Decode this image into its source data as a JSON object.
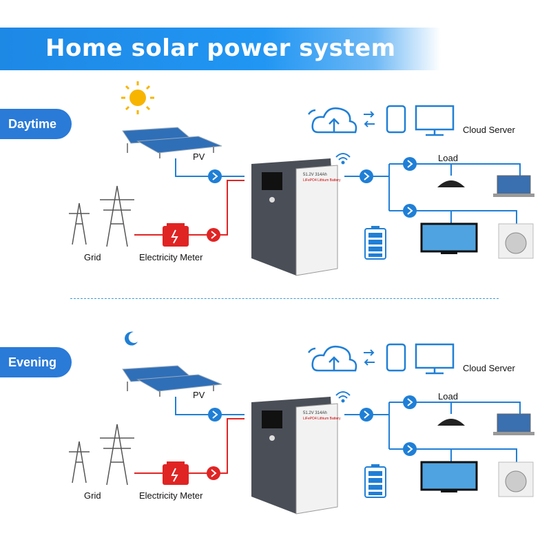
{
  "title": "Home solar power system",
  "panels": [
    {
      "mode": "Daytime",
      "labels": {
        "pv": "PV",
        "grid": "Grid",
        "meter": "Electricity Meter",
        "load": "Load",
        "cloud": "Cloud Server"
      },
      "battery_text": [
        "51.2V 314Ah",
        "LiFePO4 Lithium Battery"
      ],
      "celestial": "sun-icon"
    },
    {
      "mode": "Evening",
      "labels": {
        "pv": "PV",
        "grid": "Grid",
        "meter": "Electricity Meter",
        "load": "Load",
        "cloud": "Cloud Server"
      },
      "battery_text": [
        "51.2V 314Ah",
        "LiFePO4 Lithium Battery"
      ],
      "celestial": "moon-icon"
    }
  ],
  "colors": {
    "blue": "#1f7fd6",
    "red": "#e02424",
    "banner": "#2196f3",
    "cabinet": "#4a4e57"
  }
}
